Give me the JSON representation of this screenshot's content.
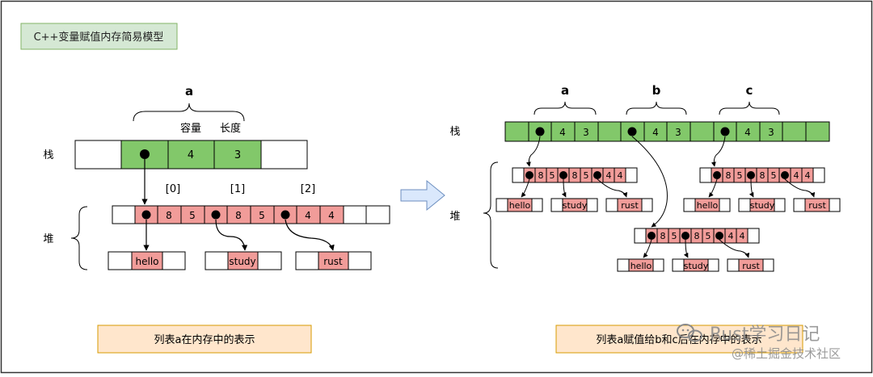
{
  "title": "C++变量赋值内存简易模型",
  "left": {
    "var_name": "a",
    "capacity_label": "容量",
    "length_label": "长度",
    "stack_label": "栈",
    "heap_label": "堆",
    "capacity": "4",
    "length": "3",
    "index_labels": [
      "[0]",
      "[1]",
      "[2]"
    ],
    "heap_numbers": [
      "8",
      "5",
      "8",
      "5",
      "4",
      "4"
    ],
    "strings": [
      "hello",
      "study",
      "rust"
    ],
    "caption": "列表a在内存中的表示"
  },
  "right": {
    "var_names": [
      "a",
      "b",
      "c"
    ],
    "stack_label": "栈",
    "heap_label": "堆",
    "stack_values": [
      "4",
      "3",
      "4",
      "3",
      "4",
      "3"
    ],
    "heap_numbers": [
      "8",
      "5",
      "8",
      "5",
      "4",
      "4"
    ],
    "strings": [
      "hello",
      "study",
      "rust"
    ],
    "caption": "列表a赋值给b和c后在内存中的表示"
  },
  "watermark": {
    "line1": "Rust学习日记",
    "line2": "@稀土掘金技术社区"
  },
  "colors": {
    "green_fill": "#82c86a",
    "green_border": "#3a7d2a",
    "red_fill": "#f19c99",
    "red_border": "#b85450",
    "title_fill": "#d5e8d4",
    "title_border": "#82b366",
    "caption_fill": "#ffe6cc",
    "caption_border": "#d79b00",
    "arrow_fill": "#dae8fc",
    "arrow_border": "#6c8ebf"
  }
}
